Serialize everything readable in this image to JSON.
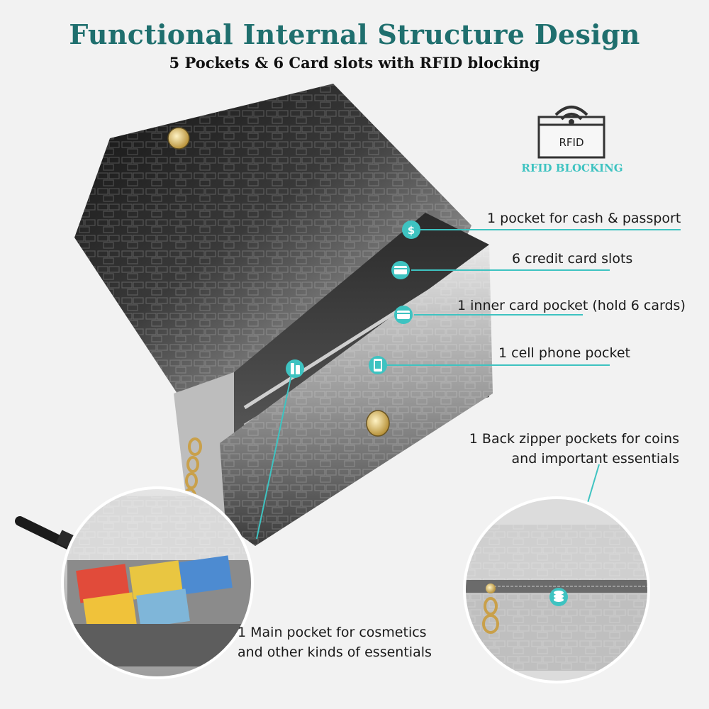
{
  "header": {
    "title": "Functional Internal Structure Design",
    "subtitle": "5 Pockets & 6 Card slots with RFID blocking"
  },
  "rfid": {
    "badge_text": "RFID",
    "label": "RFID BLOCKING"
  },
  "callouts": {
    "cash_passport": "1 pocket for cash & passport",
    "credit_slots": "6 credit card slots",
    "inner_card": "1 inner card pocket (hold 6 cards)",
    "cell_phone": "1 cell phone pocket",
    "back_zipper_line1": "1 Back zipper pockets for coins",
    "back_zipper_line2": "and important essentials",
    "main_pocket_line1": "1 Main pocket for cosmetics",
    "main_pocket_line2": "and other kinds of essentials"
  },
  "colors": {
    "accent": "#3ec3c1",
    "title": "#1f6f6e"
  }
}
